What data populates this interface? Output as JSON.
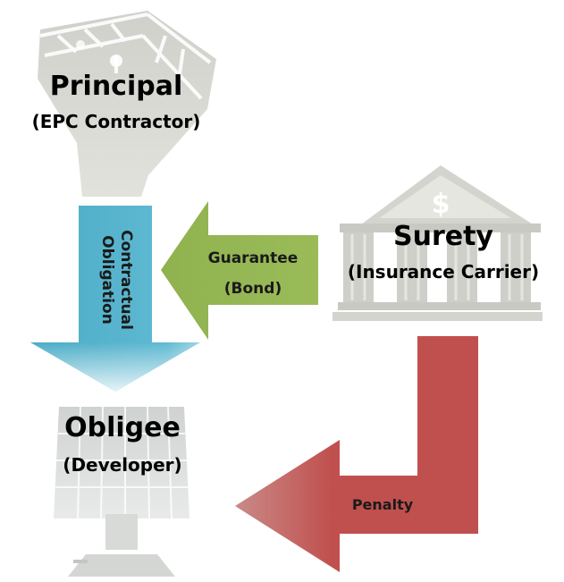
{
  "principal": {
    "title": "Principal",
    "subtitle": "(EPC Contractor)"
  },
  "surety": {
    "title": "Surety",
    "subtitle": "(Insurance Carrier)",
    "symbol": "$"
  },
  "obligee": {
    "title": "Obligee",
    "subtitle": "(Developer)"
  },
  "arrows": {
    "obligation": {
      "line1": "Contractual",
      "line2": "Obligation",
      "color": "#4BACC6"
    },
    "guarantee": {
      "line1": "Guarantee",
      "line2": "(Bond)",
      "color": "#9BBB59"
    },
    "penalty": {
      "label": "Penalty",
      "color": "#C0504D"
    }
  },
  "icons": {
    "principal": "crane-icon",
    "surety": "bank-icon",
    "obligee": "solar-panel-icon"
  }
}
